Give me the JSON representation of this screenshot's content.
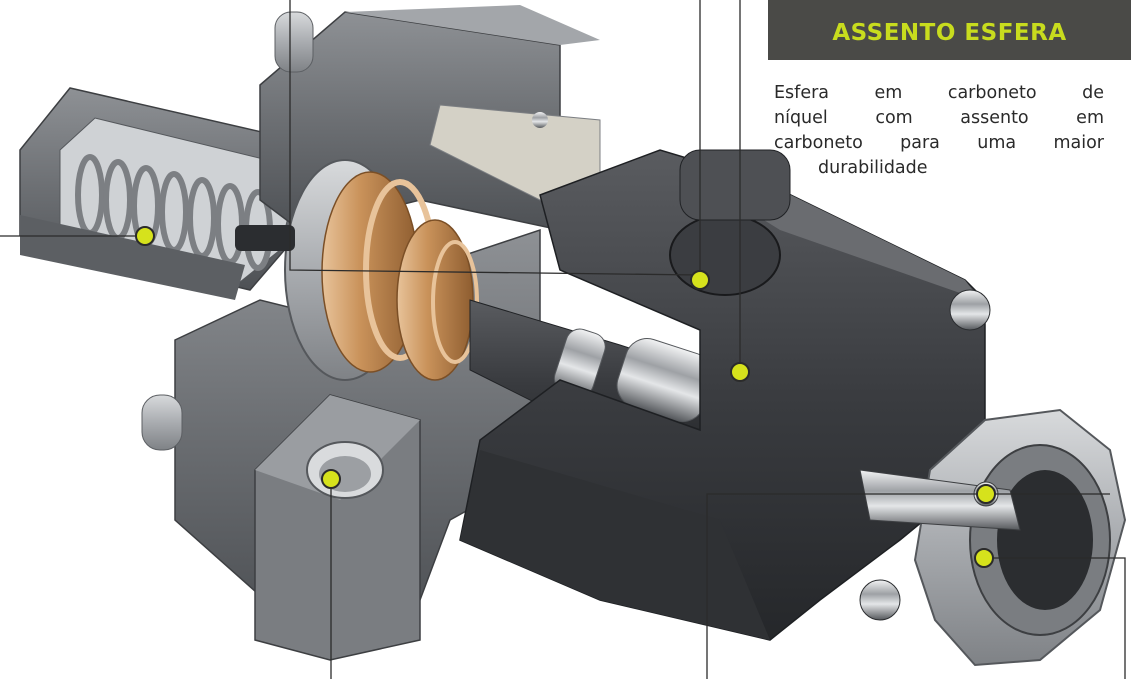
{
  "title": "ASSENTO ESFERA",
  "description_lines": [
    "Esfera em carboneto de",
    "níquel com assento em",
    "carboneto para uma maior",
    "durabilidade"
  ],
  "colors": {
    "title_background": "#4a4a47",
    "title_text": "#c8dc1e",
    "callout_dot": "#d6e21c",
    "leader_line": "#2b2b2b",
    "steel_dark": "#3a3b3e",
    "steel_mid": "#7c7f83",
    "steel_light": "#c3c6c9",
    "brass": "#c9925a"
  },
  "callouts": [
    {
      "name": "spring-chamber"
    },
    {
      "name": "cylinder-bore"
    },
    {
      "name": "piston-rod"
    },
    {
      "name": "mounting-hole"
    },
    {
      "name": "ball-seat"
    },
    {
      "name": "nozzle-nut"
    }
  ]
}
